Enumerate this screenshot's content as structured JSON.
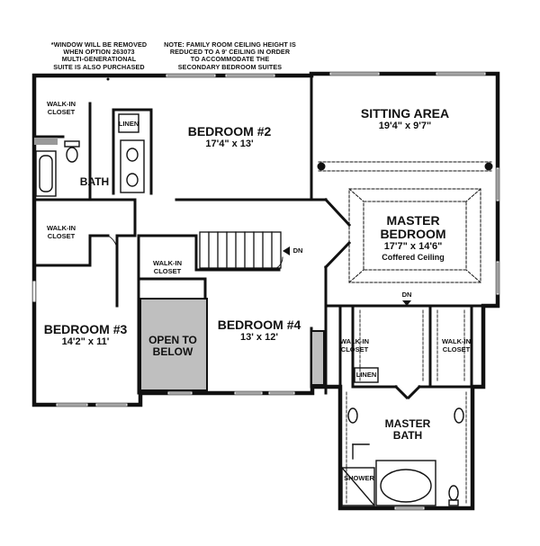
{
  "notes": {
    "window": [
      "*WINDOW WILL BE REMOVED",
      "WHEN OPTION 263073",
      "MULTI-GENERATIONAL",
      "SUITE IS ALSO PURCHASED"
    ],
    "ceiling": [
      "NOTE: FAMILY ROOM CEILING HEIGHT IS",
      "REDUCED TO A 9' CEILING IN ORDER",
      "TO ACCOMMODATE THE",
      "SECONDARY BEDROOM SUITES"
    ]
  },
  "rooms": {
    "walk_in_closet_top_left": [
      "WALK-IN",
      "CLOSET"
    ],
    "linen_top": "LINEN",
    "bedroom2": {
      "name": "BEDROOM #2",
      "size": "17'4\" x 13'"
    },
    "sitting_area": {
      "name": "SITTING AREA",
      "size": "19'4\" x 9'7\""
    },
    "bath": "BATH",
    "walk_in_closet_mid_left": [
      "WALK-IN",
      "CLOSET"
    ],
    "master_bedroom": {
      "name": [
        "MASTER",
        "BEDROOM"
      ],
      "size": "17'7\" x 14'6\"",
      "ceiling": "Coffered Ceiling"
    },
    "stair_dn": "DN",
    "walk_in_closet_center": [
      "WALK-IN",
      "CLOSET"
    ],
    "bedroom3": {
      "name": "BEDROOM #3",
      "size": "14'2\" x 11'"
    },
    "open_to_below": [
      "OPEN TO",
      "BELOW"
    ],
    "bedroom4": {
      "name": "BEDROOM #4",
      "size": "13' x 12'"
    },
    "master_dn": "DN",
    "walk_in_closet_master_left": [
      "WALK-IN",
      "CLOSET"
    ],
    "walk_in_closet_master_right": [
      "WALK-IN",
      "CLOSET"
    ],
    "linen_master": "LINEN",
    "master_bath": [
      "MASTER",
      "BATH"
    ],
    "shower": "SHOWER"
  },
  "colors": {
    "wall": "#111111",
    "open_to_below": "#bfbfbf",
    "window": "#ffffff"
  }
}
